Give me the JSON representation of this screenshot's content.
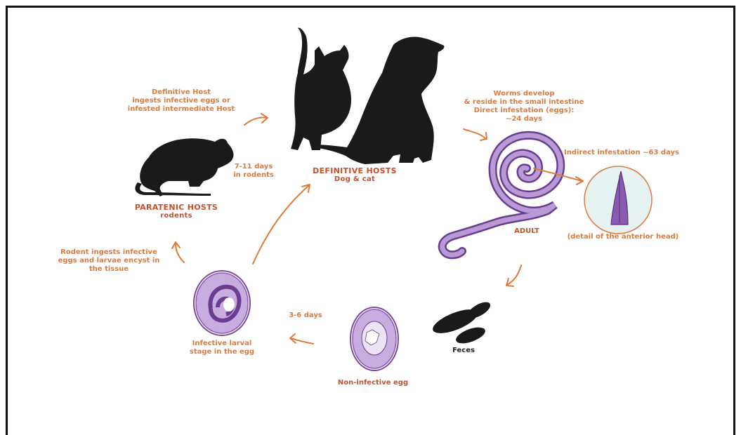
{
  "colors": {
    "accent": "#e07a38",
    "accent_dark": "#c8502a",
    "parasite": "#8a5ab0",
    "parasite_light": "#c8aee0",
    "silhouette": "#1a1a1a"
  },
  "labels": {
    "definitive_host_eats": [
      "Definitive Host",
      "ingests infective eggs or",
      "infested intermediate Host"
    ],
    "worms_develop": [
      "Worms develop",
      "& reside in the small intestine",
      "Direct infestation (eggs):",
      "~24 days"
    ],
    "definitive_hosts_title": "DEFINITIVE HOSTS",
    "definitive_hosts_sub": "Dog & cat",
    "rodent_time": [
      "7-11 days",
      "in rodents"
    ],
    "paratenic_title": "PARATENIC HOSTS",
    "paratenic_sub": "rodents",
    "indirect": "Indirect infestation ~63 days",
    "adult": "ADULT",
    "anterior_head": "(detail of the anterior head)",
    "rodent_ingests": [
      "Rodent ingests infective",
      "eggs and larvae encyst in",
      "the tissue"
    ],
    "infective_larval": [
      "Infective larval",
      "stage in the egg"
    ],
    "days_3_6": "3-6 days",
    "non_infective": "Non-infective egg",
    "feces": "Feces"
  },
  "icons": [
    "cat-silhouette-icon",
    "dog-silhouette-icon",
    "rat-silhouette-icon",
    "adult-worm-icon",
    "anterior-head-icon",
    "feces-icon",
    "non-infective-egg-icon",
    "infective-egg-icon"
  ]
}
